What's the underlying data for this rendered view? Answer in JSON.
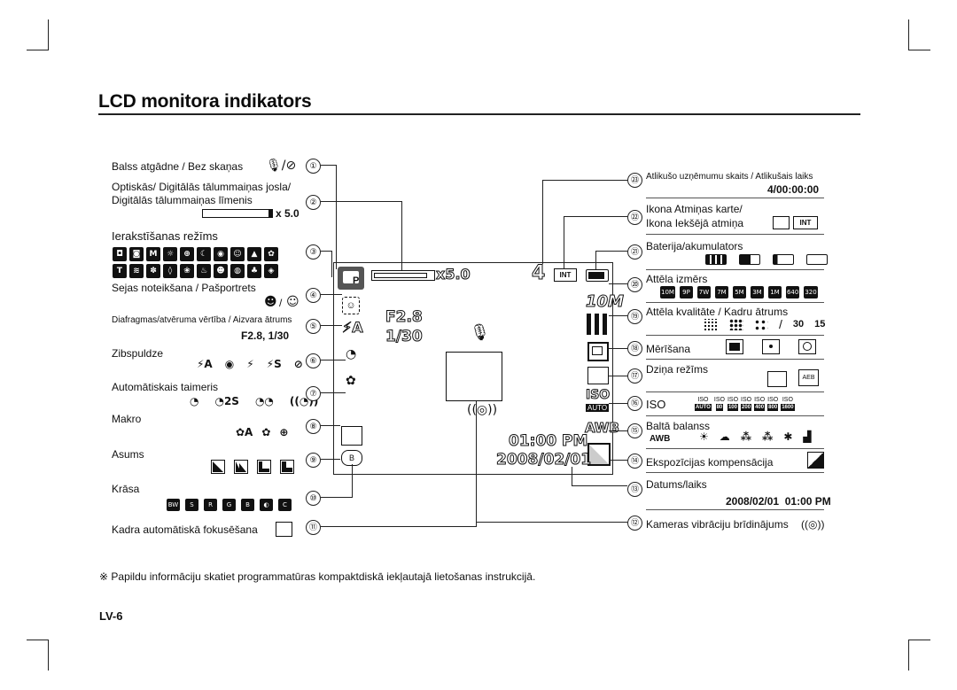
{
  "page": {
    "title": "LCD monitora indikators",
    "footnote": "※ Papildu informāciju skatiet programmatūras kompaktdiskā iekļautajā lietošanas instrukcijā.",
    "page_number": "LV-6"
  },
  "left": {
    "voice": {
      "label": "Balss atgādne / Bez skaņas",
      "num": "①"
    },
    "zoom": {
      "label1": "Optiskās/ Digitālās tālummaiņas josla/",
      "label2": "Digitālās tālummaiņas līmenis",
      "value": "x 5.0",
      "num": "②"
    },
    "mode": {
      "label": "Ierakstīšanas režīms",
      "num": "③",
      "icons_row1": [
        "◘",
        "◙",
        "M",
        "☼",
        "⊕",
        "☾",
        "◉",
        "☺",
        "▲",
        "✿"
      ],
      "icons_row2": [
        "T",
        "≋",
        "✽",
        "◊",
        "❀",
        "♨",
        "☻",
        "◍",
        "♣",
        "◈"
      ]
    },
    "face": {
      "label": "Sejas noteikšana / Pašportrets",
      "num": "④",
      "sep": "/"
    },
    "aperture": {
      "label": "Diafragmas/atvēruma vērtība / Aizvara ātrums",
      "value": "F2.8, 1/30",
      "num": "⑤"
    },
    "flash": {
      "label": "Zibspuldze",
      "num": "⑥",
      "icons": [
        "⚡A",
        "◉",
        "⚡",
        "⚡S",
        "⊘"
      ]
    },
    "timer": {
      "label": "Automātiskais taimeris",
      "num": "⑦",
      "icons": [
        "◔",
        "◔2S",
        "◔◔",
        "((◔))"
      ]
    },
    "macro": {
      "label": "Makro",
      "num": "⑧",
      "icons": [
        "✿A",
        "✿",
        "⊕"
      ]
    },
    "sharp": {
      "label": "Asums",
      "num": "⑨"
    },
    "color": {
      "label": "Krāsa",
      "num": "⑩",
      "badges": [
        "BW",
        "S",
        "R",
        "G",
        "B",
        "◐",
        "C"
      ]
    },
    "af": {
      "label": "Kadra automātiskā fokusēšana",
      "num": "⑪"
    }
  },
  "right": {
    "count": {
      "label": "Atlikušo uzņēmumu skaits / Atlikušais laiks",
      "value": "4/00:00:00",
      "num": "㉓"
    },
    "memory": {
      "label1": "Ikona Atmiņas karte/",
      "label2": "Ikona Iekšējā atmiņa",
      "icon_text": "INT",
      "num": "㉒"
    },
    "battery": {
      "label": "Baterija/akumulators",
      "num": "㉑"
    },
    "size": {
      "label": "Attēla izmērs",
      "num": "⑳",
      "badges": [
        "10M",
        "9P",
        "7W",
        "7M",
        "5M",
        "3M",
        "1M",
        "640",
        "320"
      ]
    },
    "quality": {
      "label": "Attēla kvalitāte / Kadru ātrums",
      "num": "⑲",
      "fps1": "30",
      "fps2": "15",
      "sep": "/"
    },
    "metering": {
      "label": "Mērīšana",
      "num": "⑱"
    },
    "drive": {
      "label": "Dziņa režīms",
      "num": "⑰",
      "aeb": "AEB"
    },
    "iso": {
      "label": "ISO",
      "num": "⑯",
      "items": [
        "AUTO",
        "80",
        "100",
        "200",
        "400",
        "800",
        "1600"
      ],
      "head": "ISO"
    },
    "wb": {
      "label": "Baltā balanss",
      "num": "⑮",
      "awb": "AWB",
      "icons": [
        "☀",
        "☁",
        "⁂",
        "⁂",
        "✱",
        "▟"
      ]
    },
    "ev": {
      "label": "Ekspozīcijas kompensācija",
      "num": "⑭"
    },
    "datetime": {
      "label": "Datums/laiks",
      "value": "2008/02/01  01:00 PM",
      "num": "⑬"
    },
    "shake": {
      "label": "Kameras vibrāciju brīdinājums",
      "num": "⑫",
      "icon": "((◎))"
    }
  },
  "screen": {
    "zoom_text": "x5.0",
    "count": "4",
    "int": "INT",
    "aperture": "F2.8",
    "shutter": "1/30",
    "size": "10M",
    "iso": "ISO",
    "iso_sub": "AUTO",
    "awb": "AWB",
    "time": "01:00 PM",
    "date": "2008/02/01",
    "sharp_letter": "B",
    "mode_letter": "P"
  }
}
